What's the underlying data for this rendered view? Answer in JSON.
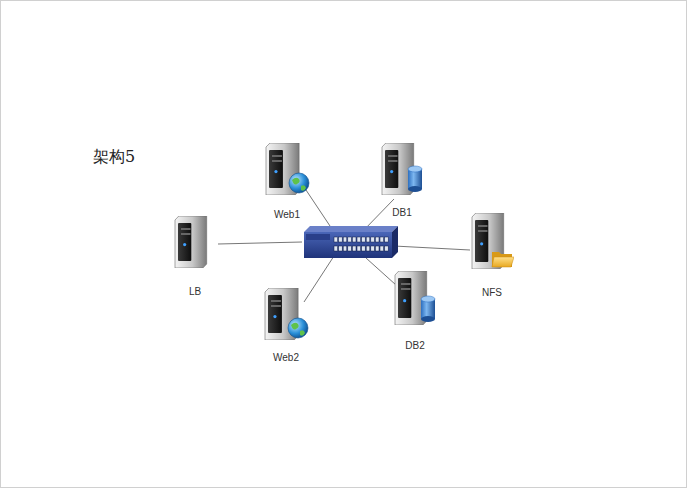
{
  "diagram": {
    "title": "架构5",
    "nodes": [
      {
        "text": [
          "Web1"
        ]
      },
      {
        "text": [
          "DB1"
        ]
      },
      {
        "text": [
          "LB"
        ]
      },
      {
        "text": [
          "NFS"
        ]
      },
      {
        "text": [
          "Web2"
        ]
      },
      {
        "text": [
          "DB2"
        ]
      }
    ]
  }
}
